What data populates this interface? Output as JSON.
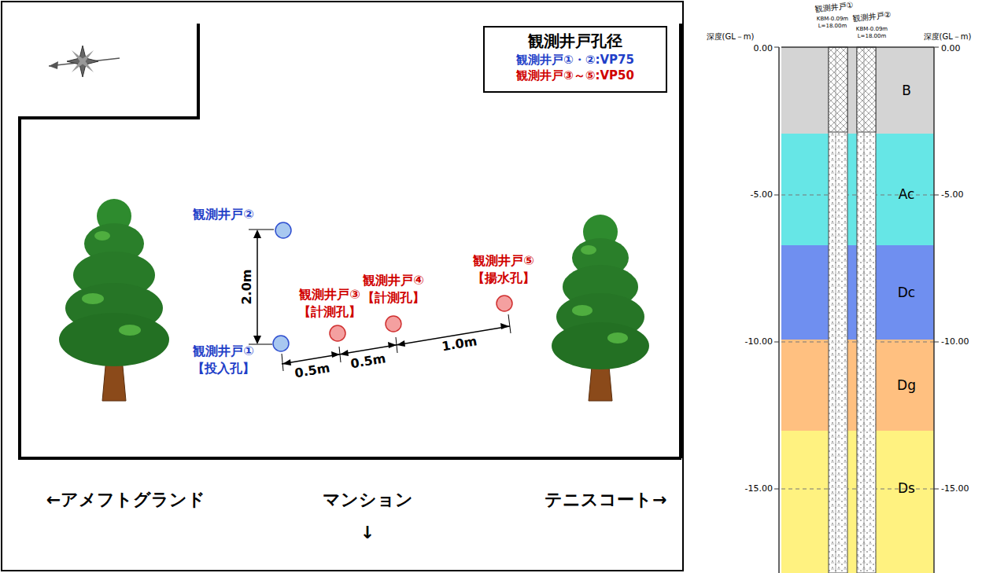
{
  "diagram": {
    "nodes": [
      {
        "text": [
          "観測井戸孔径",
          "観測井戸①・②:VP75",
          "観測井戸③～⑤:VP50"
        ]
      },
      {
        "text": [
          "観測井戸②"
        ]
      },
      {
        "text": [
          "観測井戸③",
          "【計測孔】"
        ]
      },
      {
        "text": [
          "観測井戸④",
          "【計測孔】"
        ]
      },
      {
        "text": [
          "観測井戸⑤",
          "【揚水孔】"
        ]
      },
      {
        "text": [
          "観測井戸①",
          "【投入孔】"
        ]
      },
      {
        "text": [
          "B"
        ]
      },
      {
        "text": [
          "Ac"
        ]
      },
      {
        "text": [
          "Dc"
        ]
      },
      {
        "text": [
          "Dg"
        ]
      },
      {
        "text": [
          "Ds"
        ]
      }
    ],
    "labels": [
      "2.0m",
      "0.5m",
      "0.5m",
      "1.0m",
      "←アメフトグランド",
      "マンション",
      "↓",
      "テニスコート→",
      "深度(GL－m)",
      "深度(GL－m)",
      "観測井戸①",
      "KBM-0.09m",
      "L=18.00m",
      "観測井戸②",
      "KBM-0.09m",
      "L=18.00m",
      "0.00",
      "-5.00",
      "-10.00",
      "-15.00",
      "0.00",
      "-5.00",
      "-10.00",
      "-15.00"
    ]
  }
}
